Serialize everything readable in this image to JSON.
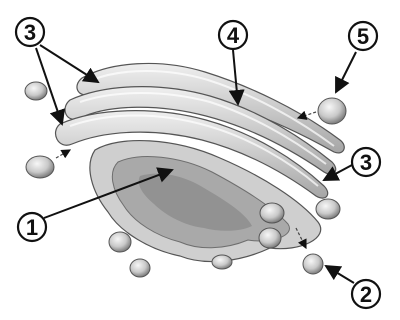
{
  "labels": {
    "one": "1",
    "two": "2",
    "three_left": "3",
    "three_right": "3",
    "four": "4",
    "five": "5"
  },
  "colors": {
    "line": "#111111",
    "organelle_fill": "#d9d9d9",
    "organelle_shade": "#9a9a9a"
  }
}
